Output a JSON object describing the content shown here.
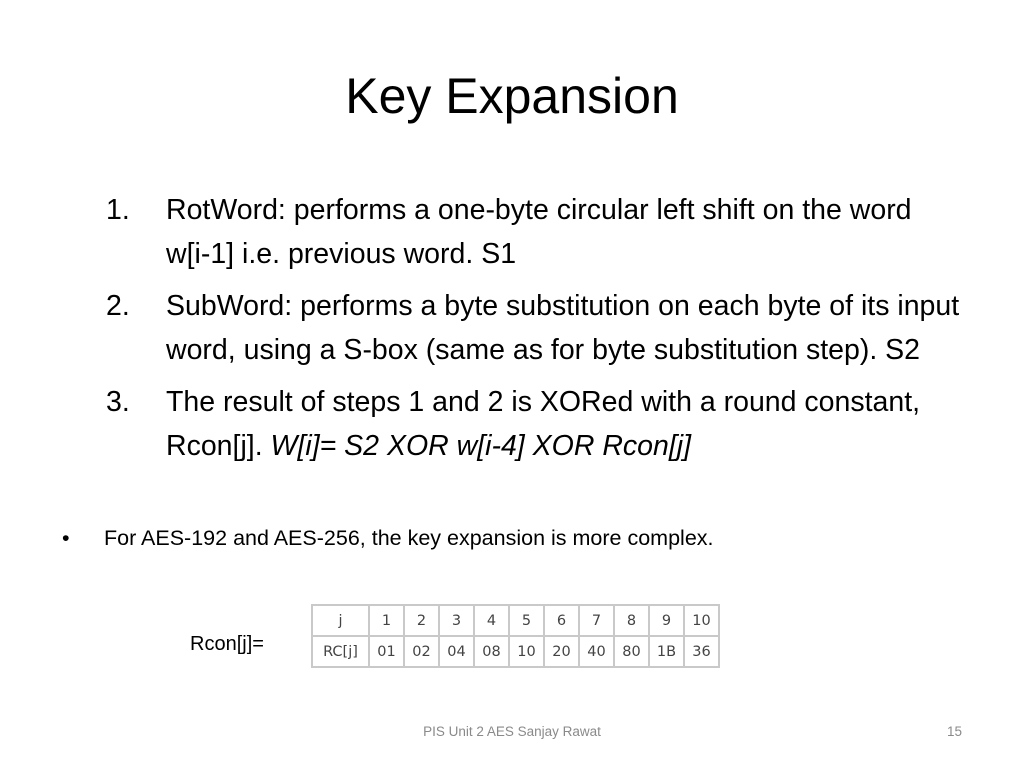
{
  "title": "Key Expansion",
  "steps": [
    {
      "num": "1.",
      "text": "RotWord: performs a one-byte circular left shift on the word w[i-1] i.e. previous word. S1",
      "formula": ""
    },
    {
      "num": "2.",
      "text": "SubWord: performs a byte substitution on each byte of its input word, using a S-box (same as for byte substitution step). S2",
      "formula": ""
    },
    {
      "num": "3.",
      "text": "The result of steps 1 and 2 is XORed with a round constant, Rcon[j]. ",
      "formula": "W[i]= S2 XOR w[i-4] XOR Rcon[j]"
    }
  ],
  "bullet": {
    "dot": "•",
    "text": "For AES-192 and AES-256, the key expansion is more complex."
  },
  "rcon": {
    "label": "Rcon[j]=",
    "table": {
      "rows": [
        [
          "j",
          "1",
          "2",
          "3",
          "4",
          "5",
          "6",
          "7",
          "8",
          "9",
          "10"
        ],
        [
          "RC[j]",
          "01",
          "02",
          "04",
          "08",
          "10",
          "20",
          "40",
          "80",
          "1B",
          "36"
        ]
      ]
    }
  },
  "footer": {
    "text": "PIS Unit 2 AES Sanjay Rawat",
    "page": "15"
  }
}
